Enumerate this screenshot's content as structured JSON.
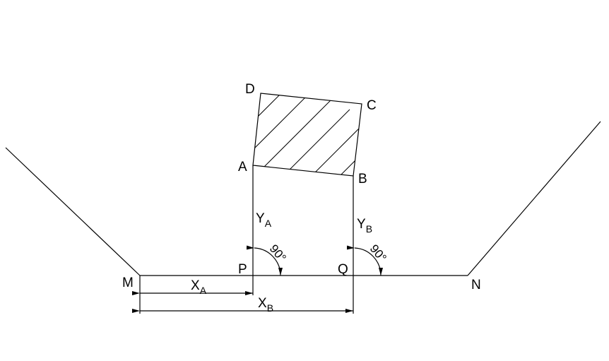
{
  "diagram": {
    "points": {
      "A": "A",
      "B": "B",
      "C": "C",
      "D": "D",
      "M": "M",
      "N": "N",
      "P": "P",
      "Q": "Q"
    },
    "dimensions": {
      "ya_main": "Y",
      "ya_sub": "A",
      "yb_main": "Y",
      "yb_sub": "B",
      "xa_main": "X",
      "xa_sub": "A",
      "xb_main": "X",
      "xb_sub": "B"
    },
    "angles": {
      "left": "90°",
      "right": "90°"
    },
    "colors": {
      "line": "#000000",
      "background": "#ffffff"
    }
  }
}
